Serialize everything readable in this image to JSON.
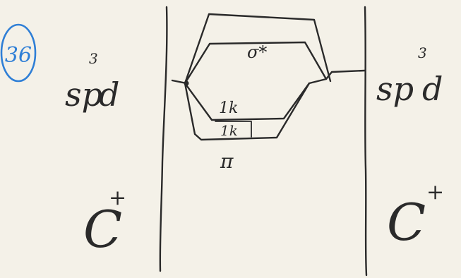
{
  "badge": {
    "text": "36"
  },
  "left_atom": {
    "hybridization": "sp",
    "hyb_sup": "3",
    "hyb_tail": "d",
    "ion": "C",
    "ion_sup": "+"
  },
  "right_atom": {
    "hybridization": "sp",
    "hyb_sup": "3",
    "hyb_tail": "d",
    "ion": "C",
    "ion_sup": "+"
  },
  "orbitals": {
    "sigma_star": "σ*",
    "level_upper": "1k",
    "level_lower": "1k",
    "pi": "π"
  },
  "colors": {
    "ink": "#2a2a2a",
    "badge": "#2f7fd6",
    "paper": "#f4f1e8"
  }
}
